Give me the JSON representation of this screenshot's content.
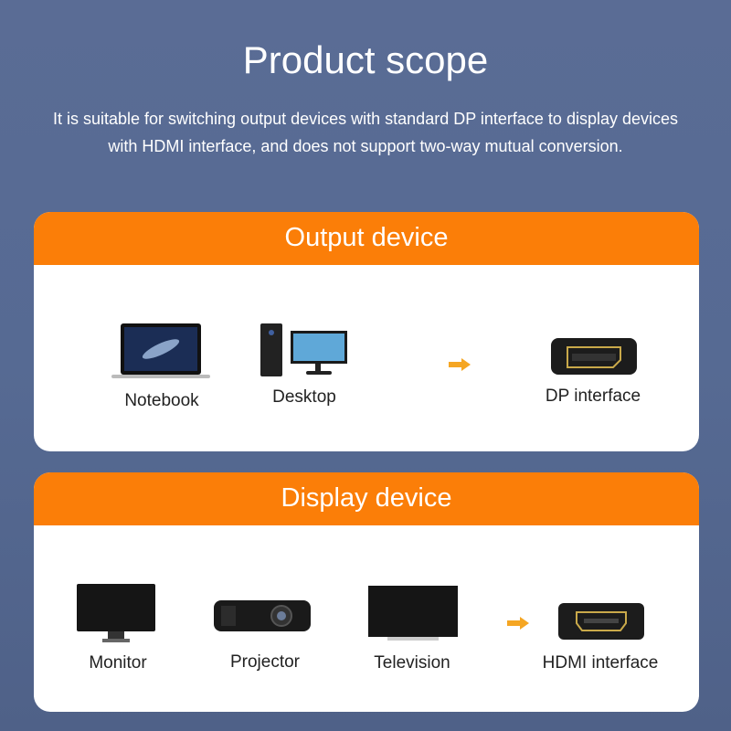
{
  "title": "Product scope",
  "description": "It is suitable for switching output devices with standard DP interface to display devices with HDMI interface, and does not support two-way mutual conversion.",
  "output": {
    "header": "Output device",
    "items": [
      "Notebook",
      "Desktop"
    ],
    "target": "DP interface"
  },
  "display": {
    "header": "Display device",
    "items": [
      "Monitor",
      "Projector",
      "Television"
    ],
    "target": "HDMI interface"
  },
  "colors": {
    "accent": "#fb7e08",
    "arrow": "#f5a623"
  }
}
